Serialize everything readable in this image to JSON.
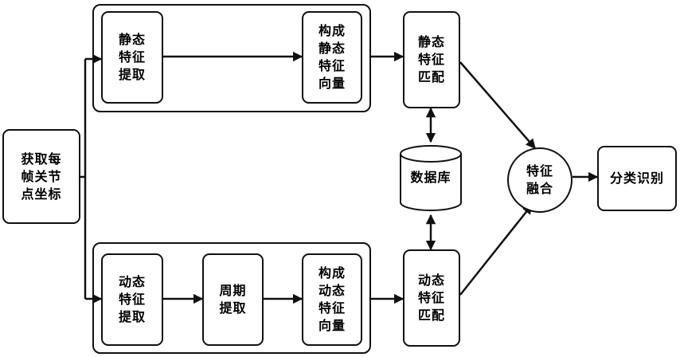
{
  "nodes": {
    "input": "获取每\n帧关节\n点坐标",
    "static_extract": "静态\n特征\n提取",
    "static_vector": "构成\n静态\n特征\n向量",
    "static_match": "静态\n特征\n匹配",
    "database": "数据库",
    "dynamic_extract": "动态\n特征\n提取",
    "period_extract": "周期\n提取",
    "dynamic_vector": "构成\n动态\n特征\n向量",
    "dynamic_match": "动态\n特征\n匹配",
    "fusion": "特征\n融合",
    "classify": "分类识别"
  }
}
